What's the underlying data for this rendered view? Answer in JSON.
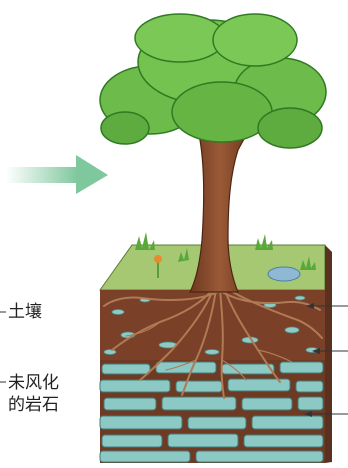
{
  "labels": {
    "soil": "土壤",
    "unweathered_rock_line1": "未风化",
    "unweathered_rock_line2": "的岩石"
  },
  "colors": {
    "arrow": "#7fc79c",
    "foliage": "#6dbb4a",
    "foliage_dark": "#3f8f2a",
    "trunk": "#8a4a2a",
    "grass_top": "#9cc36a",
    "soil": "#7a4028",
    "rock": "#8cc8c4",
    "rock_outline": "#4e8f8c"
  }
}
